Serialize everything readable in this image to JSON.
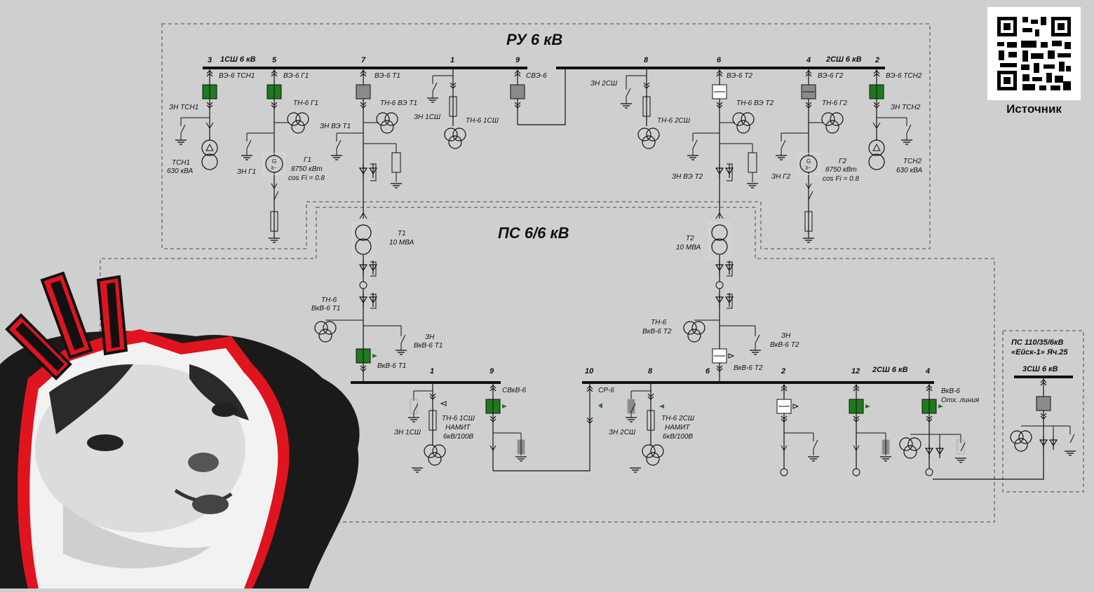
{
  "titles": {
    "ru": "РУ 6 кВ",
    "ps": "ПС 6/6 кВ",
    "qr_caption": "Источник"
  },
  "ext_station": {
    "line1": "ПС 110/35/6кВ",
    "line2": "«Ейск-1» Яч.25",
    "bus": "3СШ 6 кВ"
  },
  "top": {
    "bus1": "1СШ 6 кВ",
    "bus2": "2СШ 6 кВ",
    "cells": [
      "3",
      "5",
      "7",
      "1",
      "9",
      "8",
      "6",
      "4",
      "2"
    ],
    "switches": [
      "ВЭ-6 ТСН1",
      "ВЭ-6 Г1",
      "ВЭ-6 Т1",
      "СВЭ-6",
      "ВЭ-6 Т2",
      "ВЭ-6 Г2",
      "ВЭ-6 ТСН2"
    ],
    "earth": [
      "ЗН ТСН1",
      "ЗН Г1",
      "ЗН ВЭ Т1",
      "ЗН 1СШ",
      "ЗН 2СШ",
      "ЗН ВЭ Т2",
      "ЗН Г2",
      "ЗН ТСН2"
    ],
    "vts": [
      "ТН-6 Г1",
      "ТН-6 ВЭ Т1",
      "ТН-6 1СШ",
      "ТН-6 2СШ",
      "ТН-6 ВЭ Т2",
      "ТН-6 Г2"
    ],
    "tsn1": [
      "ТСН1",
      "630 кВА"
    ],
    "tsn2": [
      "ТСН2",
      "630 кВА"
    ],
    "g1": [
      "Г1",
      "8750 кВт",
      "cos Fi = 0.8"
    ],
    "g2": [
      "Г2",
      "8750 кВт",
      "cos Fi = 0.8"
    ],
    "gen_symbol": "G",
    "gen_phase": "3~"
  },
  "bottom": {
    "t1": [
      "Т1",
      "10 МВА"
    ],
    "t2": [
      "Т2",
      "10 МВА"
    ],
    "tn_t1": [
      "ТН-6",
      "ВкВ-6 Т1"
    ],
    "tn_t2": [
      "ТН-6",
      "ВкВ-6 Т2"
    ],
    "zn_t1": [
      "ЗН",
      "ВкВ-6 Т1"
    ],
    "zn_t2": [
      "ЗН",
      "ВкВ-6 Т2"
    ],
    "sw_t1": "ВкВ-6 Т1",
    "sw_t2": "ВкВ-6 Т2",
    "cells": [
      "1",
      "9",
      "10",
      "8",
      "6",
      "2",
      "12",
      "4"
    ],
    "bus2": "2СШ 6 кВ",
    "svkv": "СВкВ-6",
    "sr": "СР-6",
    "zn_1sh": "ЗН 1СШ",
    "zn_2sh": "ЗН 2СШ",
    "tn1": [
      "ТН-6 1СШ",
      "НАМИТ",
      "6кВ/100В"
    ],
    "tn2": [
      "ТН-6 2СШ",
      "НАМИТ",
      "6кВ/100В"
    ],
    "line_out": [
      "ВкВ-6",
      "Отх. линия"
    ]
  },
  "colors": {
    "bg": "#cfcfcf",
    "green": "#1f7a1f",
    "grey_sw": "#8a8a8a",
    "wire": "#111111",
    "frame": "#444444",
    "sticker_red": "#e0141e"
  },
  "icons": [
    "qr-code-icon",
    "cat-sticker-icon",
    "exclamation-icon"
  ]
}
